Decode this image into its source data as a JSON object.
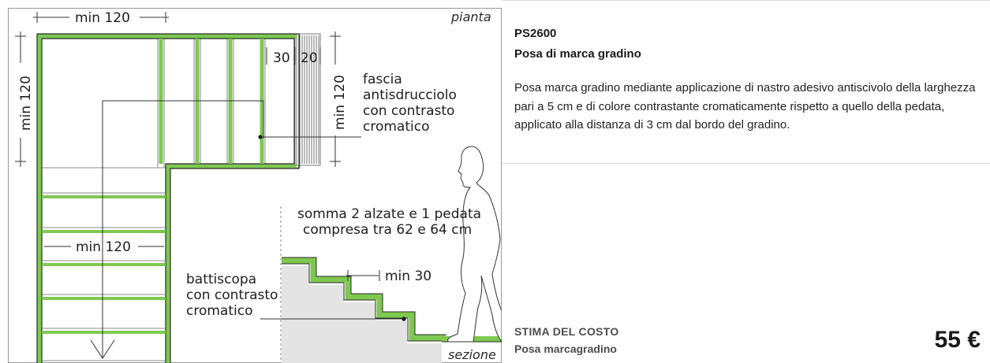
{
  "drawing": {
    "label_top": "pianta",
    "label_bottom": "sezione",
    "dim_top_width": "min 120",
    "dim_left_height": "min 120",
    "dim_step_30": "30",
    "dim_step_20": "20",
    "dim_right_height": "min 120",
    "dim_mid_width": "min 120",
    "dim_min30": "min 30",
    "note_fascia": [
      "fascia",
      "antisdrucciolo",
      "con contrasto",
      "cromatico"
    ],
    "note_somma": [
      "somma 2 alzate e 1 pedata",
      "compresa tra 62 e 64 cm"
    ],
    "note_battiscopa": [
      "battiscopa",
      "con contrasto",
      "cromatico"
    ],
    "accent_color": "#7ec850"
  },
  "product": {
    "code": "PS2600",
    "title": "Posa di marca gradino",
    "description": "Posa marca gradino mediante applicazione di nastro adesivo antiscivolo della larghezza pari a 5 cm e di colore contrastante cromaticamente rispetto a quello della pedata, applicato alla distanza di 3 cm dal bordo del gradino."
  },
  "cost": {
    "label": "STIMA DEL COSTO",
    "item": "Posa marcagradino",
    "price": "55 €"
  }
}
